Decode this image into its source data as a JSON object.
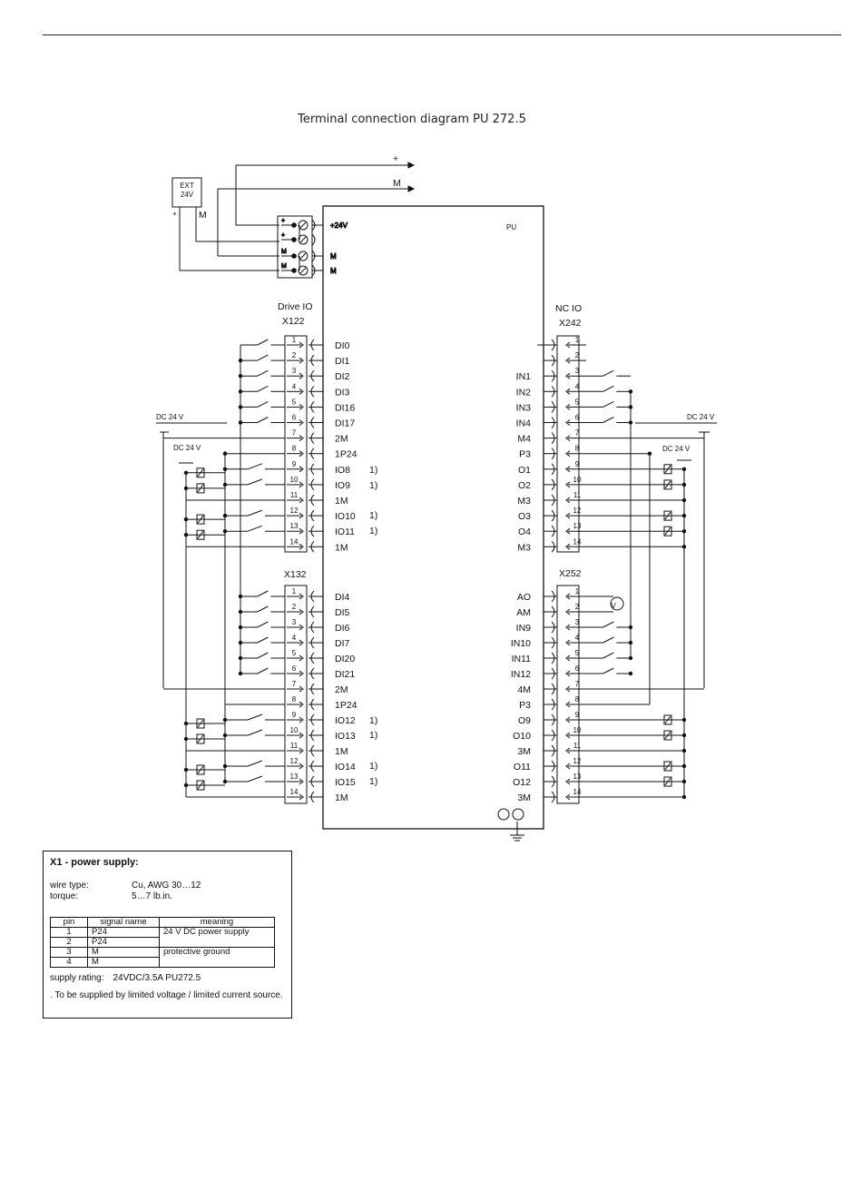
{
  "caption": "Terminal connection diagram PU 272.5",
  "top_bus": {
    "plus": "+",
    "m": "M"
  },
  "ext_supply": {
    "line1": "EXT",
    "line2": "24V",
    "plus": "+",
    "m": "M"
  },
  "x1_terminals": {
    "pins": [
      "+",
      "+",
      "M",
      "M"
    ],
    "labels": [
      "+24V",
      "",
      "M",
      "M"
    ]
  },
  "pu_label": "PU",
  "drive_io": {
    "title1": "Drive IO",
    "title2": "X122"
  },
  "x132_title": "X132",
  "nc_io": {
    "title1": "NC IO",
    "title2": "X242"
  },
  "x252_title": "X252",
  "dc24": "DC 24 V",
  "footnote": "1)",
  "x122_labels": [
    "DI0",
    "DI1",
    "DI2",
    "DI3",
    "DI16",
    "DI17",
    "2M",
    "1P24",
    "IO8",
    "IO9",
    "1M",
    "IO10",
    "IO11",
    "1M"
  ],
  "x132_labels": [
    "DI4",
    "DI5",
    "DI6",
    "DI7",
    "DI20",
    "DI21",
    "2M",
    "1P24",
    "IO12",
    "IO13",
    "1M",
    "IO14",
    "IO15",
    "1M"
  ],
  "x242_labels": [
    "",
    "",
    "IN1",
    "IN2",
    "IN3",
    "IN4",
    "M4",
    "P3",
    "O1",
    "O2",
    "M3",
    "O3",
    "O4",
    "M3"
  ],
  "x252_labels": [
    "AO",
    "AM",
    "IN9",
    "IN10",
    "IN11",
    "IN12",
    "4M",
    "P3",
    "O9",
    "O10",
    "3M",
    "O11",
    "O12",
    "3M"
  ],
  "pin_numbers": [
    "1",
    "2",
    "3",
    "4",
    "5",
    "6",
    "7",
    "8",
    "9",
    "10",
    "11",
    "12",
    "13",
    "14"
  ],
  "voltmeter": "V",
  "x1_box": {
    "title": "X1 - power supply:",
    "wire_type_label": "wire type:",
    "wire_type_value": "Cu, AWG 30…12",
    "torque_label": "torque:",
    "torque_value": "5…7 lb.in.",
    "table_headers": [
      "pin",
      "signal name",
      "meaning"
    ],
    "table_rows": [
      {
        "pin": "1",
        "signal": "P24"
      },
      {
        "pin": "2",
        "signal": "P24"
      },
      {
        "pin": "3",
        "signal": "M"
      },
      {
        "pin": "4",
        "signal": "M"
      }
    ],
    "meaning_1": "24 V DC power supply",
    "meaning_2": "protective ground",
    "rating_label": "supply rating:",
    "rating_value": "24VDC/3.5A PU272.5",
    "note": ". To be supplied by limited voltage / limited current source."
  }
}
